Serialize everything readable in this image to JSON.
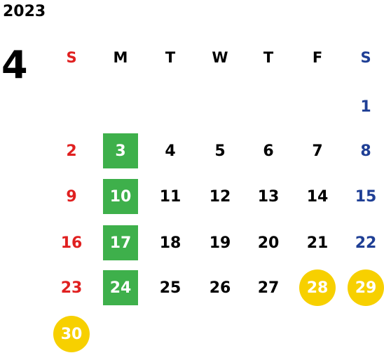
{
  "calendar": {
    "year": "2023",
    "month": "4",
    "weekday_headers": [
      "S",
      "M",
      "T",
      "W",
      "T",
      "F",
      "S"
    ],
    "weeks": [
      [
        "",
        "",
        "",
        "",
        "",
        "",
        "1"
      ],
      [
        "2",
        "3",
        "4",
        "5",
        "6",
        "7",
        "8"
      ],
      [
        "9",
        "10",
        "11",
        "12",
        "13",
        "14",
        "15"
      ],
      [
        "16",
        "17",
        "18",
        "19",
        "20",
        "21",
        "22"
      ],
      [
        "23",
        "24",
        "25",
        "26",
        "27",
        "28",
        "29"
      ],
      [
        "30",
        "",
        "",
        "",
        "",
        "",
        ""
      ]
    ],
    "highlighted_square_days": [
      "3",
      "10",
      "17",
      "24"
    ],
    "highlighted_circle_days": [
      "28",
      "29",
      "30"
    ]
  },
  "colors": {
    "sunday": "#e02020",
    "saturday": "#1f3f95",
    "weekday": "#000000",
    "square_highlight": "#3eb04b",
    "circle_highlight": "#f7d000",
    "highlight_text": "#ffffff"
  }
}
